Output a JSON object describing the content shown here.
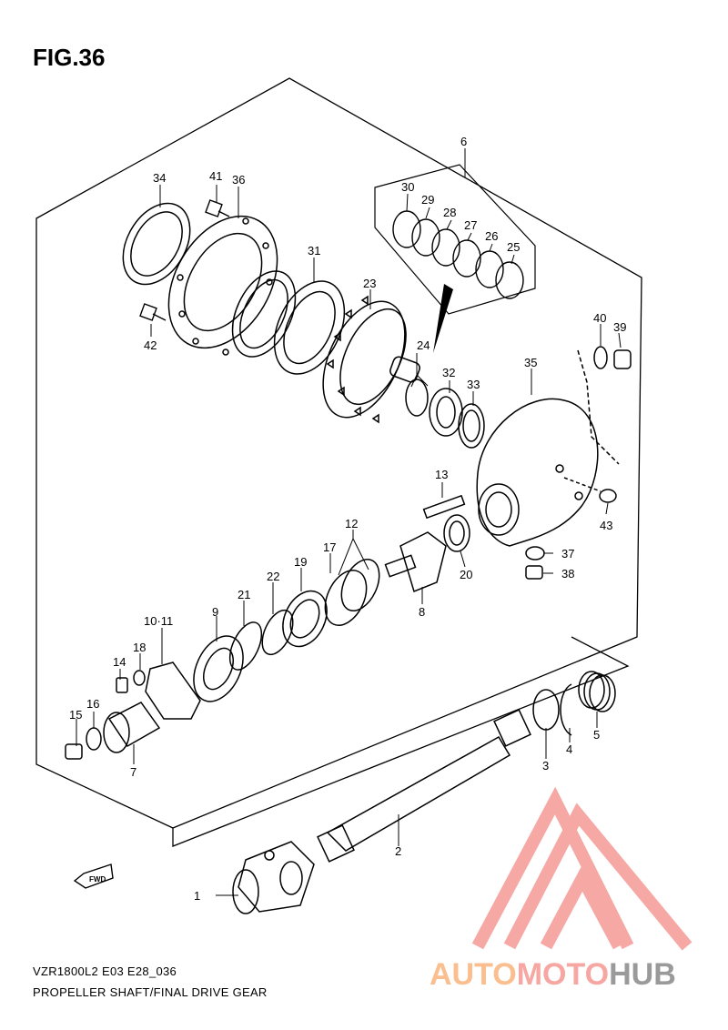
{
  "figure": {
    "title": "FIG.36",
    "model_code": "VZR1800L2 E03 E28_036",
    "section_name": "PROPELLER SHAFT/FINAL DRIVE GEAR"
  },
  "watermark": {
    "part1": "AUTO",
    "part2": "MOTO",
    "part3": "HUB",
    "colors": {
      "part1": "#fbbf8f",
      "part2": "#f7a7a2",
      "part3": "#9a9a9a",
      "triangle": "#f59a96"
    }
  },
  "fwd_label": "FWD",
  "callouts": [
    {
      "id": "c1",
      "text": "1"
    },
    {
      "id": "c2",
      "text": "2"
    },
    {
      "id": "c3",
      "text": "3"
    },
    {
      "id": "c4",
      "text": "4"
    },
    {
      "id": "c5",
      "text": "5"
    },
    {
      "id": "c6",
      "text": "6"
    },
    {
      "id": "c7",
      "text": "7"
    },
    {
      "id": "c8",
      "text": "8"
    },
    {
      "id": "c9",
      "text": "9"
    },
    {
      "id": "c1011",
      "text": "10·11"
    },
    {
      "id": "c12",
      "text": "12"
    },
    {
      "id": "c13",
      "text": "13"
    },
    {
      "id": "c14",
      "text": "14"
    },
    {
      "id": "c15",
      "text": "15"
    },
    {
      "id": "c16",
      "text": "16"
    },
    {
      "id": "c17",
      "text": "17"
    },
    {
      "id": "c18",
      "text": "18"
    },
    {
      "id": "c19",
      "text": "19"
    },
    {
      "id": "c20",
      "text": "20"
    },
    {
      "id": "c21",
      "text": "21"
    },
    {
      "id": "c22",
      "text": "22"
    },
    {
      "id": "c23",
      "text": "23"
    },
    {
      "id": "c24",
      "text": "24"
    },
    {
      "id": "c25",
      "text": "25"
    },
    {
      "id": "c26",
      "text": "26"
    },
    {
      "id": "c27",
      "text": "27"
    },
    {
      "id": "c28",
      "text": "28"
    },
    {
      "id": "c29",
      "text": "29"
    },
    {
      "id": "c30",
      "text": "30"
    },
    {
      "id": "c31",
      "text": "31"
    },
    {
      "id": "c32",
      "text": "32"
    },
    {
      "id": "c33",
      "text": "33"
    },
    {
      "id": "c34",
      "text": "34"
    },
    {
      "id": "c35",
      "text": "35"
    },
    {
      "id": "c36",
      "text": "36"
    },
    {
      "id": "c37",
      "text": "37"
    },
    {
      "id": "c38",
      "text": "38"
    },
    {
      "id": "c39",
      "text": "39"
    },
    {
      "id": "c40",
      "text": "40"
    },
    {
      "id": "c41",
      "text": "41"
    },
    {
      "id": "c42",
      "text": "42"
    },
    {
      "id": "c43",
      "text": "43"
    }
  ]
}
